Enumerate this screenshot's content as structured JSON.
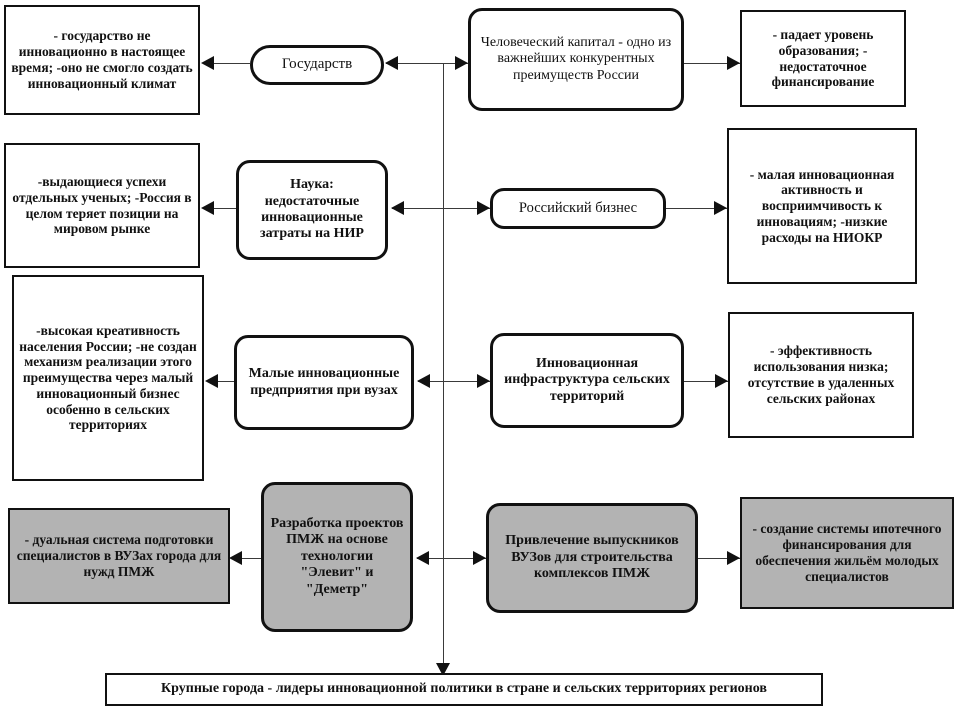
{
  "diagram": {
    "title_bottom": "Крупные города - лидеры инновационной  политики  в стране и сельских территориях регионов",
    "nodes": {
      "state_issues": "- государство не инновационно  в настоящее время; -оно не  смогло создать инновационный  климат",
      "state": "Государств",
      "human_capital": "Человеческий капитал  - одно из важнейших конкурентных преимуществ России",
      "education_issues": "- падает уровень образования; - недостаточное финансирование",
      "science_results": "-выдающиеся успехи отдельных ученых; -Россия в целом теряет позиции  на мировом рынке",
      "science": "Наука: недостаточные инновационные затраты на НИР",
      "business": "Российский бизнес",
      "business_issues": "- малая инновационная активность и восприимчивость к инновациям; -низкие расходы на НИОКР",
      "creativity": "-высокая креативность населения России; -не создан механизм реализации  этого преимущества через малый инновационный бизнес особенно в сельских территориях",
      "small_enterprises": "Малые инновационные предприятия при вузах",
      "rural_infrastructure": "Инновационная инфраструктура сельских территорий",
      "efficiency_issues": "- эффективность использования низка; отсутствие в удаленных сельских районах",
      "dual_training": "- дуальная система подготовки специалистов в ВУЗах города для нужд ПМЖ",
      "pmzh_projects": "Разработка проектов ПМЖ на основе технологии \"Элевит\"  и \"Деметр\"",
      "graduates": "Привлечение выпускников ВУЗов для строительства комплексов ПМЖ",
      "mortgage": "- создание системы ипотечного финансирования  для обеспечения жильём молодых специалистов"
    },
    "colors": {
      "gray_fill": "#b3b3b3",
      "border": "#111111",
      "connector": "#3a3a3a",
      "background": "#ffffff"
    }
  }
}
